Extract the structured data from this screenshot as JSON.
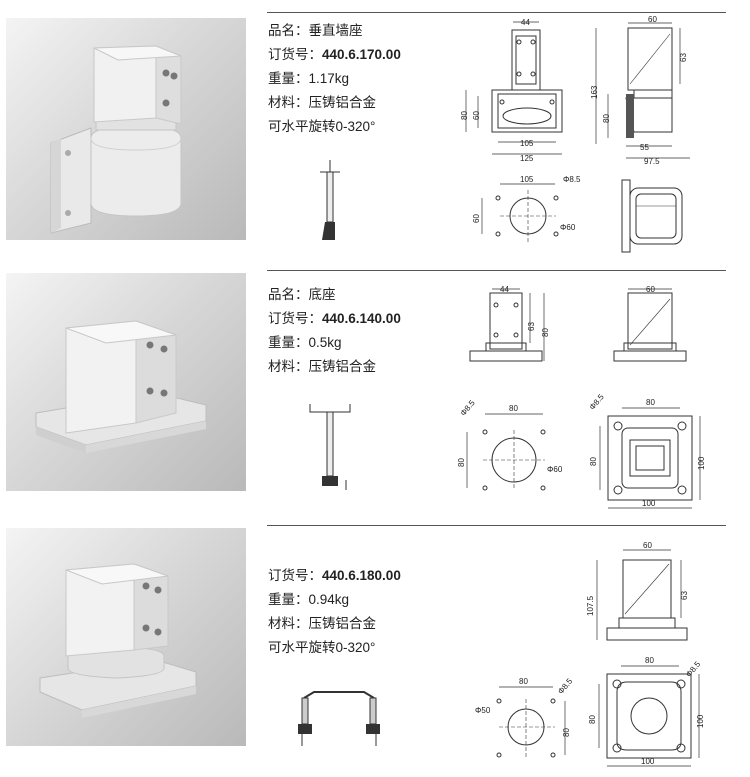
{
  "products": [
    {
      "specs": [
        {
          "label": "品名：",
          "value": "垂直墙座",
          "bold": false
        },
        {
          "label": "订货号：",
          "value": "440.6.170.00",
          "bold": true
        },
        {
          "label": "重量：",
          "value": "1.17kg",
          "bold": false
        },
        {
          "label": "材料：",
          "value": "压铸铝合金",
          "bold": false
        },
        {
          "label": "",
          "value": "可水平旋转0-320°",
          "bold": false
        }
      ],
      "dims": {
        "front_top": "44",
        "front_h1": "80",
        "front_h2": "60",
        "front_w1": "105",
        "front_w2": "125",
        "side_top": "60",
        "side_r": "63",
        "side_l1": "163",
        "side_l2": "80",
        "side_b1": "55",
        "side_b2": "97.5",
        "plan_w": "105",
        "plan_h": "60",
        "plan_hole": "Φ8.5",
        "plan_circle": "Φ60"
      }
    },
    {
      "specs": [
        {
          "label": "品名：",
          "value": "底座",
          "bold": false
        },
        {
          "label": "订货号：",
          "value": "440.6.140.00",
          "bold": true
        },
        {
          "label": "重量：",
          "value": "0.5kg",
          "bold": false
        },
        {
          "label": "材料：",
          "value": "压铸铝合金",
          "bold": false
        }
      ],
      "dims": {
        "front_top": "44",
        "front_h1": "63",
        "front_h2": "80",
        "side_top": "60",
        "plan_hole": "Φ8.5",
        "plan_w": "80",
        "plan_h": "80",
        "plan_circle": "Φ60",
        "top_hole": "Φ8.5",
        "top_w": "80",
        "top_h1": "80",
        "top_h2": "100",
        "top_b": "100"
      }
    },
    {
      "specs": [
        {
          "label": "订货号：",
          "value": "440.6.180.00",
          "bold": true
        },
        {
          "label": "重量：",
          "value": "0.94kg",
          "bold": false
        },
        {
          "label": "材料：",
          "value": "压铸铝合金",
          "bold": false
        },
        {
          "label": "",
          "value": "可水平旋转0-320°",
          "bold": false
        }
      ],
      "dims": {
        "side_top": "60",
        "side_l": "107.5",
        "side_r": "63",
        "plan_hole": "Φ8.5",
        "plan_w": "80",
        "plan_h": "80",
        "plan_circle": "Φ50",
        "top_hole": "Φ8.5",
        "top_w": "80",
        "top_h1": "80",
        "top_h2": "100",
        "top_b": "100"
      }
    }
  ]
}
